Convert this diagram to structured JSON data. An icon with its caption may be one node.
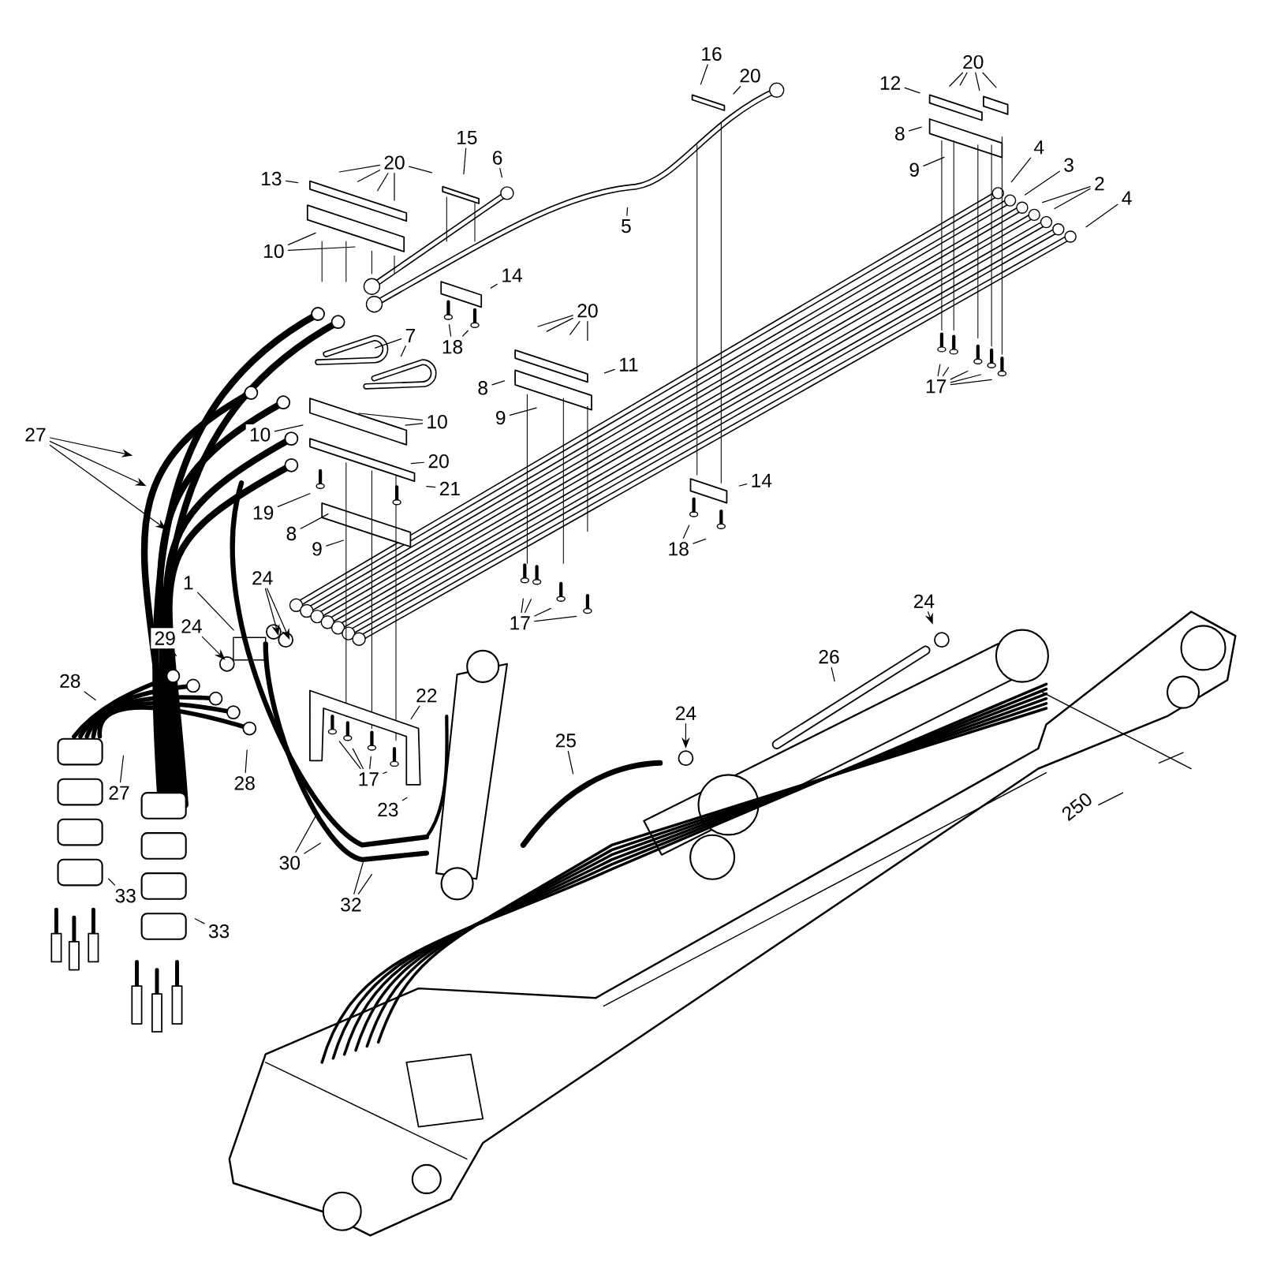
{
  "diagram": {
    "nodes": [
      {
        "text": [
          "16"
        ]
      },
      {
        "text": [
          "20"
        ]
      },
      {
        "text": [
          "20"
        ]
      },
      {
        "text": [
          "12"
        ]
      },
      {
        "text": [
          "8"
        ]
      },
      {
        "text": [
          "9"
        ]
      },
      {
        "text": [
          "4"
        ]
      },
      {
        "text": [
          "3"
        ]
      },
      {
        "text": [
          "2"
        ]
      },
      {
        "text": [
          "4"
        ]
      },
      {
        "text": [
          "13"
        ]
      },
      {
        "text": [
          "20"
        ]
      },
      {
        "text": [
          "15"
        ]
      },
      {
        "text": [
          "6"
        ]
      },
      {
        "text": [
          "5"
        ]
      },
      {
        "text": [
          "10"
        ]
      },
      {
        "text": [
          "14"
        ]
      },
      {
        "text": [
          "18"
        ]
      },
      {
        "text": [
          "7"
        ]
      },
      {
        "text": [
          "20"
        ]
      },
      {
        "text": [
          "11"
        ]
      },
      {
        "text": [
          "8"
        ]
      },
      {
        "text": [
          "9"
        ]
      },
      {
        "text": [
          "10"
        ]
      },
      {
        "text": [
          "10"
        ]
      },
      {
        "text": [
          "20"
        ]
      },
      {
        "text": [
          "21"
        ]
      },
      {
        "text": [
          "19"
        ]
      },
      {
        "text": [
          "8"
        ]
      },
      {
        "text": [
          "9"
        ]
      },
      {
        "text": [
          "17"
        ]
      },
      {
        "text": [
          "14"
        ]
      },
      {
        "text": [
          "18"
        ]
      },
      {
        "text": [
          "17"
        ]
      },
      {
        "text": [
          "27"
        ]
      },
      {
        "text": [
          "1"
        ]
      },
      {
        "text": [
          "24"
        ]
      },
      {
        "text": [
          "24"
        ]
      },
      {
        "text": [
          "29"
        ]
      },
      {
        "text": [
          "28"
        ]
      },
      {
        "text": [
          "27"
        ]
      },
      {
        "text": [
          "28"
        ]
      },
      {
        "text": [
          "22"
        ]
      },
      {
        "text": [
          "17"
        ]
      },
      {
        "text": [
          "23"
        ]
      },
      {
        "text": [
          "30"
        ]
      },
      {
        "text": [
          "32"
        ]
      },
      {
        "text": [
          "33"
        ]
      },
      {
        "text": [
          "33"
        ]
      },
      {
        "text": [
          "24"
        ]
      },
      {
        "text": [
          "26"
        ]
      },
      {
        "text": [
          "24"
        ]
      },
      {
        "text": [
          "25"
        ]
      }
    ],
    "edges": [
      {
        "from": 0,
        "to": null,
        "arrow": "none"
      },
      {
        "from": 1,
        "to": null,
        "arrow": "none"
      },
      {
        "from": 2,
        "to": null,
        "arrow": "none"
      },
      {
        "from": 2,
        "to": null,
        "arrow": "none"
      },
      {
        "from": 2,
        "to": null,
        "arrow": "none"
      },
      {
        "from": 2,
        "to": null,
        "arrow": "none"
      },
      {
        "from": 3,
        "to": null,
        "arrow": "none"
      },
      {
        "from": 4,
        "to": null,
        "arrow": "none"
      },
      {
        "from": 5,
        "to": null,
        "arrow": "none"
      },
      {
        "from": 6,
        "to": null,
        "arrow": "none"
      },
      {
        "from": 7,
        "to": null,
        "arrow": "none"
      },
      {
        "from": 8,
        "to": null,
        "arrow": "none"
      },
      {
        "from": 8,
        "to": null,
        "arrow": "none"
      },
      {
        "from": 9,
        "to": null,
        "arrow": "none"
      },
      {
        "from": 10,
        "to": null,
        "arrow": "none"
      },
      {
        "from": 11,
        "to": null,
        "arrow": "none"
      },
      {
        "from": 11,
        "to": null,
        "arrow": "none"
      },
      {
        "from": 11,
        "to": null,
        "arrow": "none"
      },
      {
        "from": 11,
        "to": null,
        "arrow": "none"
      },
      {
        "from": 11,
        "to": null,
        "arrow": "none"
      },
      {
        "from": 12,
        "to": null,
        "arrow": "none"
      },
      {
        "from": 13,
        "to": null,
        "arrow": "none"
      },
      {
        "from": 14,
        "to": null,
        "arrow": "none"
      },
      {
        "from": 15,
        "to": null,
        "arrow": "none"
      },
      {
        "from": 15,
        "to": null,
        "arrow": "none"
      },
      {
        "from": 16,
        "to": null,
        "arrow": "none"
      },
      {
        "from": 17,
        "to": null,
        "arrow": "none"
      },
      {
        "from": 17,
        "to": null,
        "arrow": "none"
      },
      {
        "from": 18,
        "to": null,
        "arrow": "none"
      },
      {
        "from": 18,
        "to": null,
        "arrow": "none"
      },
      {
        "from": 19,
        "to": null,
        "arrow": "none"
      },
      {
        "from": 19,
        "to": null,
        "arrow": "none"
      },
      {
        "from": 19,
        "to": null,
        "arrow": "none"
      },
      {
        "from": 19,
        "to": null,
        "arrow": "none"
      },
      {
        "from": 20,
        "to": null,
        "arrow": "none"
      },
      {
        "from": 21,
        "to": null,
        "arrow": "none"
      },
      {
        "from": 22,
        "to": null,
        "arrow": "none"
      },
      {
        "from": 23,
        "to": null,
        "arrow": "none"
      },
      {
        "from": 23,
        "to": null,
        "arrow": "none"
      },
      {
        "from": 24,
        "to": null,
        "arrow": "none"
      },
      {
        "from": 25,
        "to": null,
        "arrow": "none"
      },
      {
        "from": 26,
        "to": null,
        "arrow": "none"
      },
      {
        "from": 27,
        "to": null,
        "arrow": "none"
      },
      {
        "from": 28,
        "to": null,
        "arrow": "none"
      },
      {
        "from": 29,
        "to": null,
        "arrow": "none"
      },
      {
        "from": 30,
        "to": null,
        "arrow": "none"
      },
      {
        "from": 30,
        "to": null,
        "arrow": "none"
      },
      {
        "from": 30,
        "to": null,
        "arrow": "none"
      },
      {
        "from": 30,
        "to": null,
        "arrow": "none"
      },
      {
        "from": 30,
        "to": null,
        "arrow": "none"
      },
      {
        "from": 31,
        "to": null,
        "arrow": "none"
      },
      {
        "from": 32,
        "to": null,
        "arrow": "none"
      },
      {
        "from": 32,
        "to": null,
        "arrow": "none"
      },
      {
        "from": 33,
        "to": null,
        "arrow": "none"
      },
      {
        "from": 33,
        "to": null,
        "arrow": "none"
      },
      {
        "from": 33,
        "to": null,
        "arrow": "none"
      },
      {
        "from": 33,
        "to": null,
        "arrow": "none"
      },
      {
        "from": 34,
        "to": null,
        "arrow": "to"
      },
      {
        "from": 34,
        "to": null,
        "arrow": "to"
      },
      {
        "from": 34,
        "to": null,
        "arrow": "to"
      },
      {
        "from": 35,
        "to": null,
        "arrow": "none"
      },
      {
        "from": 36,
        "to": null,
        "arrow": "to"
      },
      {
        "from": 36,
        "to": null,
        "arrow": "to"
      },
      {
        "from": 37,
        "to": null,
        "arrow": "to"
      },
      {
        "from": 38,
        "to": null,
        "arrow": "none"
      },
      {
        "from": 39,
        "to": null,
        "arrow": "none"
      },
      {
        "from": 40,
        "to": null,
        "arrow": "none"
      },
      {
        "from": 41,
        "to": null,
        "arrow": "none"
      },
      {
        "from": 42,
        "to": null,
        "arrow": "none"
      },
      {
        "from": 43,
        "to": null,
        "arrow": "none"
      },
      {
        "from": 43,
        "to": null,
        "arrow": "none"
      },
      {
        "from": 43,
        "to": null,
        "arrow": "none"
      },
      {
        "from": 43,
        "to": null,
        "arrow": "none"
      },
      {
        "from": 44,
        "to": null,
        "arrow": "none"
      },
      {
        "from": 45,
        "to": null,
        "arrow": "none"
      },
      {
        "from": 45,
        "to": null,
        "arrow": "none"
      },
      {
        "from": 46,
        "to": null,
        "arrow": "none"
      },
      {
        "from": 46,
        "to": null,
        "arrow": "none"
      },
      {
        "from": 47,
        "to": null,
        "arrow": "none"
      },
      {
        "from": 48,
        "to": null,
        "arrow": "none"
      },
      {
        "from": 49,
        "to": null,
        "arrow": "to"
      },
      {
        "from": 50,
        "to": null,
        "arrow": "none"
      },
      {
        "from": 51,
        "to": null,
        "arrow": "to"
      },
      {
        "from": 52,
        "to": null,
        "arrow": "none"
      }
    ],
    "labels": [
      "250"
    ]
  }
}
